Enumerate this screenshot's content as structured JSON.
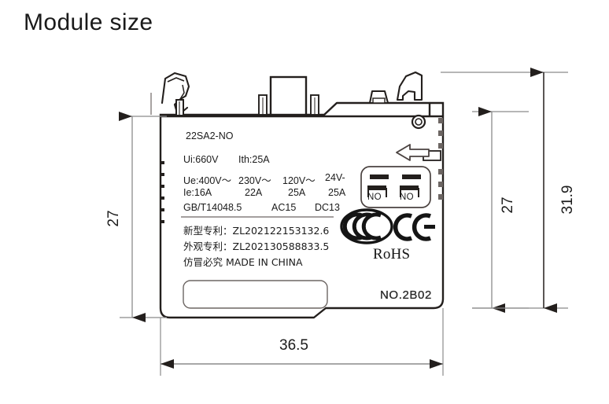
{
  "page": {
    "title": "Module size",
    "background": "#ffffff",
    "ink": "#231f1d"
  },
  "nameplate": {
    "model": "22SA2-NO",
    "rows": [
      {
        "cells": [
          "Ui:660V",
          "Ith:25A"
        ]
      },
      {
        "cells": [
          "Ue:400V～",
          "230V～",
          "120V～",
          "24V-"
        ]
      },
      {
        "cells": [
          "Ie:16A",
          "22A",
          "25A",
          "25A"
        ]
      },
      {
        "cells": [
          "GB/T14048.5",
          "AC15",
          "DC13"
        ]
      }
    ],
    "patent_new": "新型专利：ZL202122153132.6",
    "patent_design": "外观专利：ZL202130588833.5",
    "origin": "仿冒必究 MADE IN CHINA",
    "part_number": "NO.2B02"
  },
  "marks": {
    "ccc": "CCC",
    "ce": "CE",
    "rohs": "RoHS"
  },
  "contact_diagram": {
    "left_label": "NO",
    "right_label": "NO"
  },
  "dimensions": {
    "left_height": "27",
    "right_height": "27",
    "overall_height": "31.9",
    "width": "36.5"
  }
}
